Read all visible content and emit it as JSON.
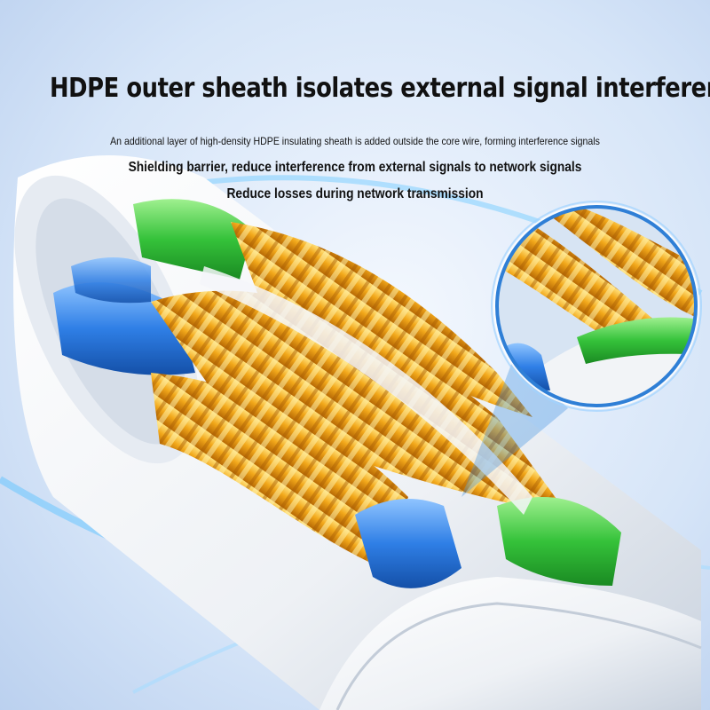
{
  "headline": "HDPE outer sheath isolates external signal interference",
  "description_line_1": "An additional layer of high-density HDPE insulating sheath is added outside the core wire, forming interference signals",
  "description_line_2": "Shielding barrier, reduce interference from external signals to network signals",
  "description_line_3": "Reduce losses during network transmission",
  "colors": {
    "background": "#dfeaf8",
    "sheath": "#f2f4f7",
    "copper": "#f0a618",
    "insulation_green": "#35c23a",
    "insulation_blue": "#2f7fe6",
    "glow": "#5fc3ff"
  }
}
